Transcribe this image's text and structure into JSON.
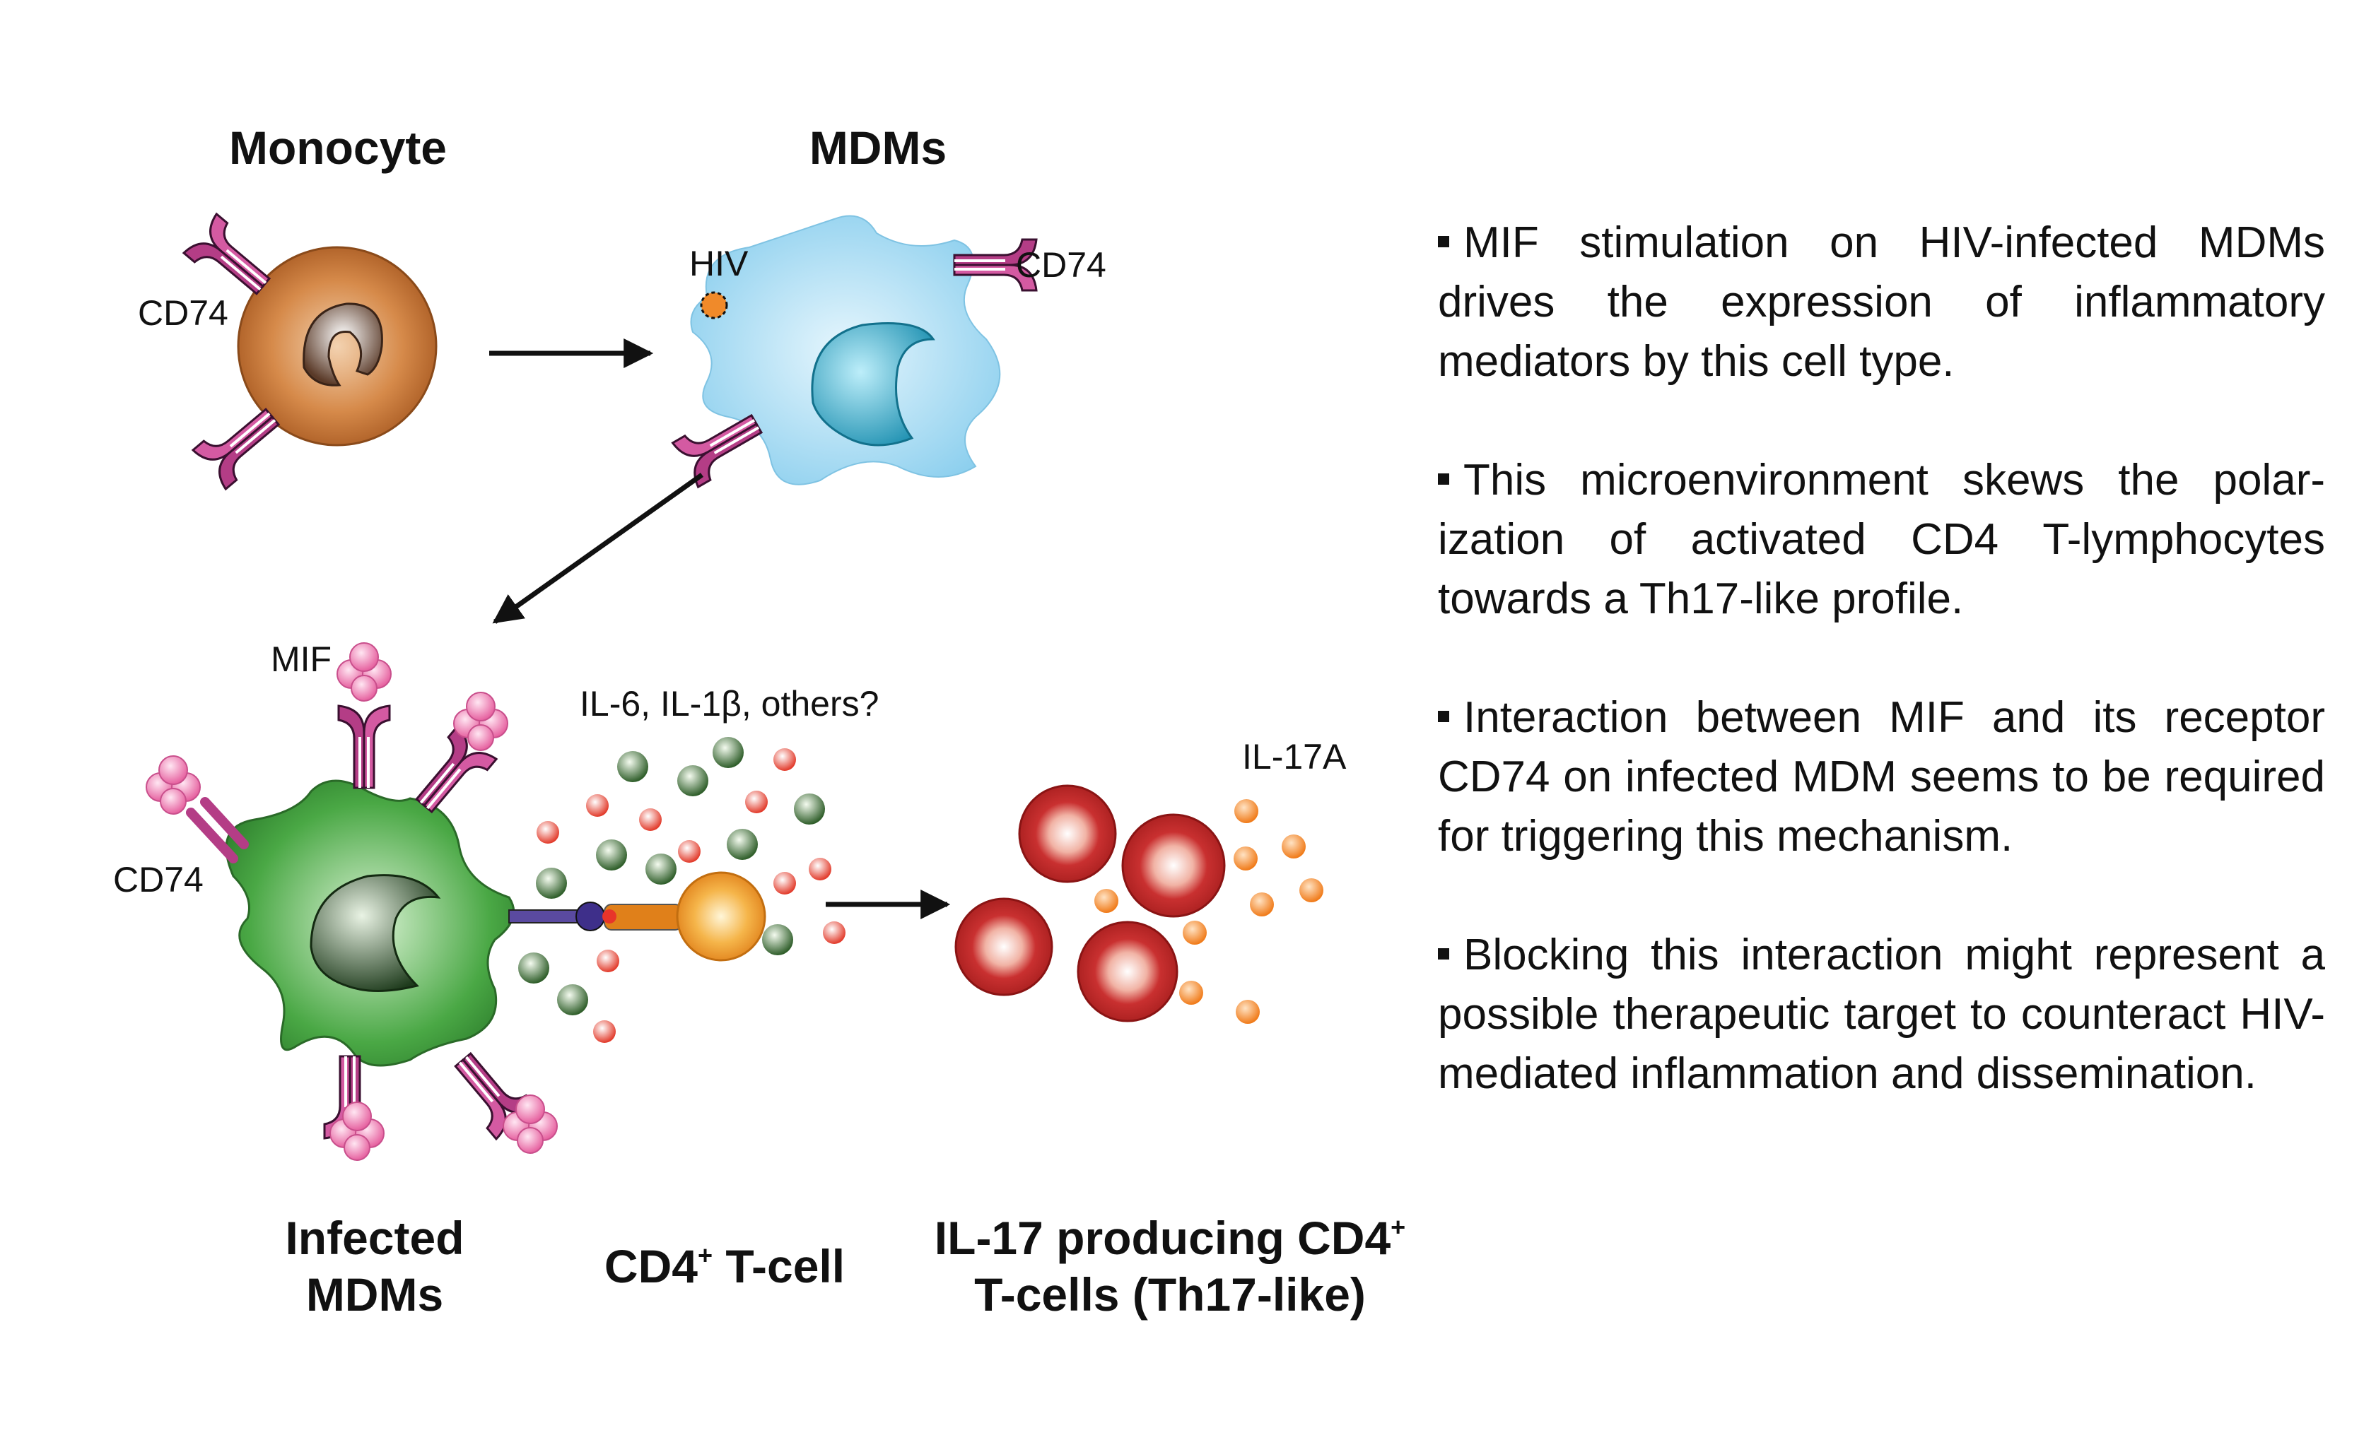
{
  "labels": {
    "monocyte": "Monocyte",
    "mdms": "MDMs",
    "cd74_monocyte": "CD74",
    "hiv": "HIV",
    "cd74_mdm": "CD74",
    "mif": "MIF",
    "cd74_infected": "CD74",
    "cytokines_prefix": "IL-6,  IL-1",
    "cytokines_beta": "β",
    "cytokines_suffix": ", others?",
    "il17a": "IL-17A",
    "infected_line1": "Infected",
    "infected_line2": "MDMs",
    "cd4_main": "CD4",
    "cd4_sup": "+",
    "cd4_tail": " T-cell",
    "th17_line1_main": "IL-17 producing CD4",
    "th17_line1_sup": "+",
    "th17_line2": "T-cells (Th17-like)"
  },
  "notes": [
    "MIF stimulation on HIV-infected MDMs drives the expression of inflammatory mediators by this cell type.",
    "This microenvironment skews the polar­ization of activated CD4 T-lymphocytes towards a Th17-like profile.",
    "Interaction between MIF and its recep­tor CD74 on infected MDM seems to be required for triggering this mechanism.",
    "Blocking this interaction might represent a possible therapeutic target to counter­act HIV-mediated inflammation and dis­semination."
  ],
  "colors": {
    "monocyte": "#c9773a",
    "mdm": "#a9dcf2",
    "infected_mdm": "#3e9a3a",
    "receptor": "#b43d86",
    "mif": "#f08cc0",
    "cytokine_green": "#3d6b35",
    "cytokine_red": "#e84a3a",
    "cd4_cell": "#f0a030",
    "th17_cell": "#c82828",
    "il17": "#f58a2a"
  }
}
